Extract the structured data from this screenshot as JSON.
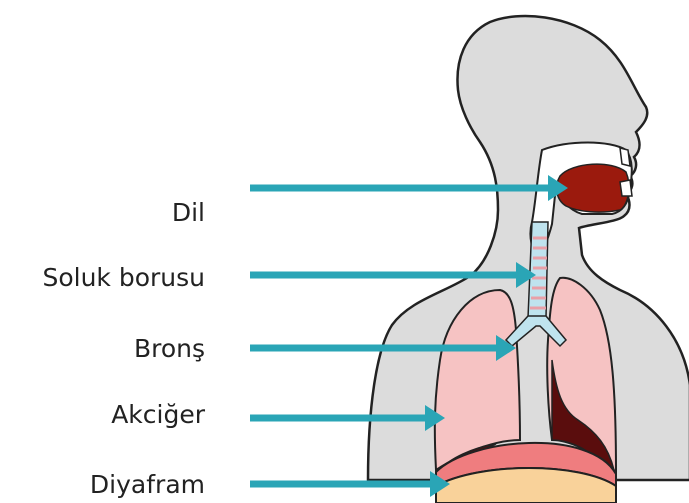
{
  "labels": {
    "tongue": "Dil",
    "trachea": "Soluk borusu",
    "bronchus": "Bronş",
    "lung": "Akciğer",
    "diaphragm": "Diyafram"
  },
  "colors": {
    "arrow": "#2aa5b6",
    "body": "#dcdcdc",
    "outline": "#222222",
    "tongue": "#9b1a0d",
    "mouth": "#ffffff",
    "lung": "#f6c3c3",
    "lung_dark": "#5a0d0d",
    "trachea": "#bfe3ee",
    "trachea_rings": "#e8a0a8",
    "diaphragm_muscle": "#ef7d7f",
    "diaphragm_band": "#f9d29a"
  }
}
